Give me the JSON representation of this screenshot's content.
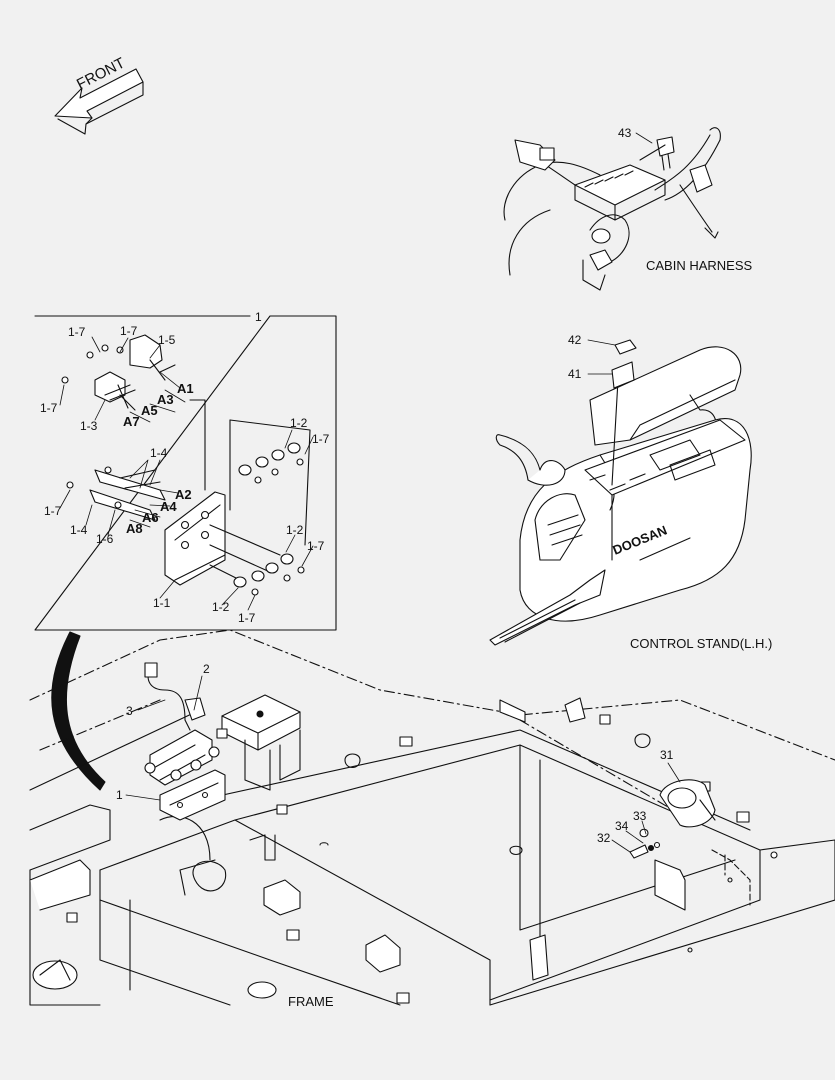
{
  "direction": {
    "front": "FRONT",
    "icon": "front-arrow-icon"
  },
  "captions": {
    "cabin_harness": "CABIN HARNESS",
    "control_stand": "CONTROL STAND(L.H.)",
    "frame": "FRAME"
  },
  "detail_box": {
    "title": "1",
    "labels": {
      "a1": "A1",
      "a3": "A3",
      "a5": "A5",
      "a7": "A7",
      "a2": "A2",
      "a4": "A4",
      "a6": "A6",
      "a8": "A8",
      "p1_7a": "1-7",
      "p1_7b": "1-7",
      "p1_5": "1-5",
      "p1_7c": "1-7",
      "p1_3": "1-3",
      "p1_4a": "1-4",
      "p1_7d": "1-7",
      "p1_4b": "1-4",
      "p1_6": "1-6",
      "p1_1": "1-1",
      "p1_2a": "1-2",
      "p1_7e": "1-7",
      "p1_2b": "1-2",
      "p1_7f": "1-7",
      "p1_2c": "1-2",
      "p1_7g": "1-7"
    }
  },
  "callouts": {
    "c43": "43",
    "c42": "42",
    "c41": "41",
    "c2": "2",
    "c3": "3",
    "c1": "1",
    "c31": "31",
    "c33": "33",
    "c34": "34",
    "c32": "32"
  }
}
